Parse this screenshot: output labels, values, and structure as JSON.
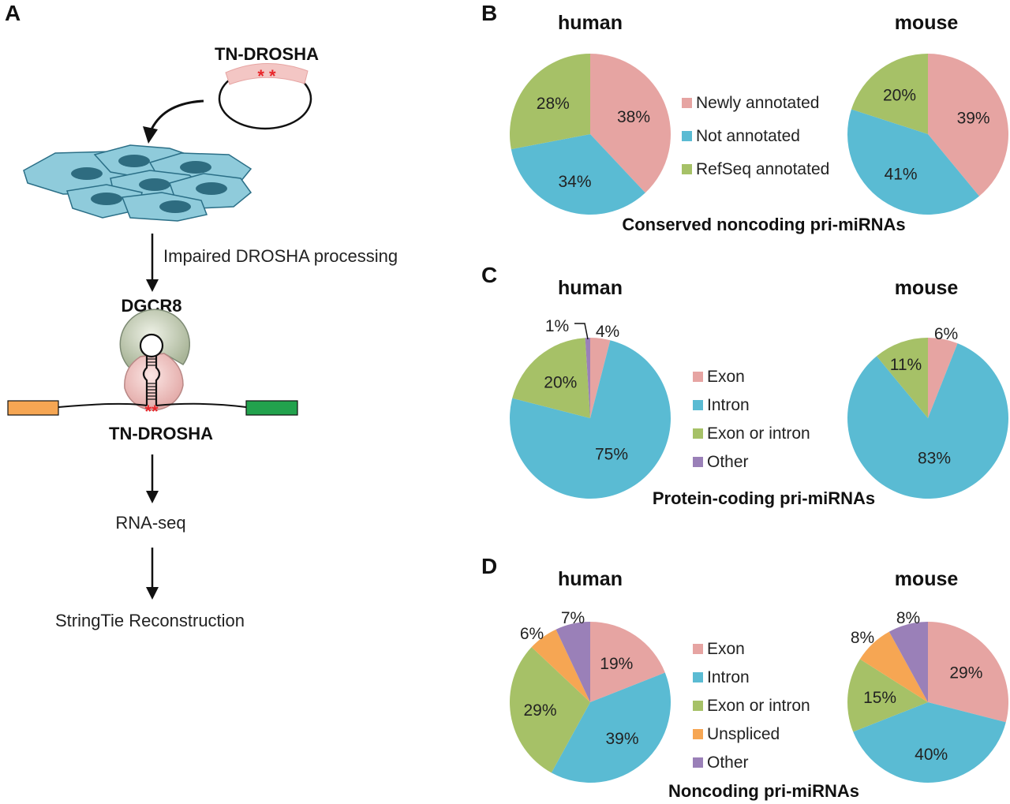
{
  "colors": {
    "pink": "#e6a4a2",
    "blue": "#5abbd3",
    "green": "#a6c167",
    "orange": "#f6a653",
    "purple": "#9a80b8",
    "cell_fill": "#8fcbdb",
    "cell_stroke": "#2b6f87",
    "nucleus": "#2e6c80",
    "exon_left": "#f6a653",
    "exon_right": "#22a24d",
    "mutation": "#e8262a"
  },
  "panel_a": {
    "letter": "A",
    "plasmid_label": "TN-DROSHA",
    "plasmid_marks": "* *",
    "step1": "Impaired DROSHA processing",
    "dgcr8_label": "DGCR8",
    "drosha_label": "TN-DROSHA",
    "drosha_marks": "**",
    "step2": "RNA-seq",
    "step3": "StringTie Reconstruction"
  },
  "panel_b": {
    "letter": "B",
    "title": "Conserved noncoding pri-miRNAs",
    "human_label": "human",
    "mouse_label": "mouse",
    "legend": [
      "Newly annotated",
      "Not annotated",
      "RefSeq annotated"
    ]
  },
  "panel_c": {
    "letter": "C",
    "title": "Protein-coding pri-miRNAs",
    "human_label": "human",
    "mouse_label": "mouse",
    "legend": [
      "Exon",
      "Intron",
      "Exon or intron",
      "Other"
    ]
  },
  "panel_d": {
    "letter": "D",
    "title": "Noncoding pri-miRNAs",
    "human_label": "human",
    "mouse_label": "mouse",
    "legend": [
      "Exon",
      "Intron",
      "Exon or intron",
      "Unspliced",
      "Other"
    ]
  },
  "chart_data": [
    {
      "type": "pie",
      "panel": "B",
      "species": "human",
      "labels": [
        "Newly annotated",
        "Not annotated",
        "RefSeq annotated"
      ],
      "values": [
        38,
        34,
        28
      ],
      "pct_labels": [
        "38%",
        "34%",
        "28%"
      ],
      "colors": [
        "#e6a4a2",
        "#5abbd3",
        "#a6c167"
      ]
    },
    {
      "type": "pie",
      "panel": "B",
      "species": "mouse",
      "labels": [
        "Newly annotated",
        "Not annotated",
        "RefSeq annotated"
      ],
      "values": [
        39,
        41,
        20
      ],
      "pct_labels": [
        "39%",
        "41%",
        "20%"
      ],
      "colors": [
        "#e6a4a2",
        "#5abbd3",
        "#a6c167"
      ]
    },
    {
      "type": "pie",
      "panel": "C",
      "species": "human",
      "labels": [
        "Exon",
        "Intron",
        "Exon or intron",
        "Other"
      ],
      "values": [
        4,
        75,
        20,
        1
      ],
      "pct_labels": [
        "4%",
        "75%",
        "20%",
        "1%"
      ],
      "colors": [
        "#e6a4a2",
        "#5abbd3",
        "#a6c167",
        "#9a80b8"
      ]
    },
    {
      "type": "pie",
      "panel": "C",
      "species": "mouse",
      "labels": [
        "Exon",
        "Intron",
        "Exon or intron"
      ],
      "values": [
        6,
        83,
        11
      ],
      "pct_labels": [
        "6%",
        "83%",
        "11%"
      ],
      "colors": [
        "#e6a4a2",
        "#5abbd3",
        "#a6c167"
      ]
    },
    {
      "type": "pie",
      "panel": "D",
      "species": "human",
      "labels": [
        "Exon",
        "Intron",
        "Exon or intron",
        "Unspliced",
        "Other"
      ],
      "values": [
        19,
        39,
        29,
        6,
        7
      ],
      "pct_labels": [
        "19%",
        "39%",
        "29%",
        "6%",
        "7%"
      ],
      "colors": [
        "#e6a4a2",
        "#5abbd3",
        "#a6c167",
        "#f6a653",
        "#9a80b8"
      ]
    },
    {
      "type": "pie",
      "panel": "D",
      "species": "mouse",
      "labels": [
        "Exon",
        "Intron",
        "Exon or intron",
        "Unspliced",
        "Other"
      ],
      "values": [
        29,
        40,
        15,
        8,
        8
      ],
      "pct_labels": [
        "29%",
        "40%",
        "15%",
        "8%",
        "8%"
      ],
      "colors": [
        "#e6a4a2",
        "#5abbd3",
        "#a6c167",
        "#f6a653",
        "#9a80b8"
      ]
    }
  ]
}
